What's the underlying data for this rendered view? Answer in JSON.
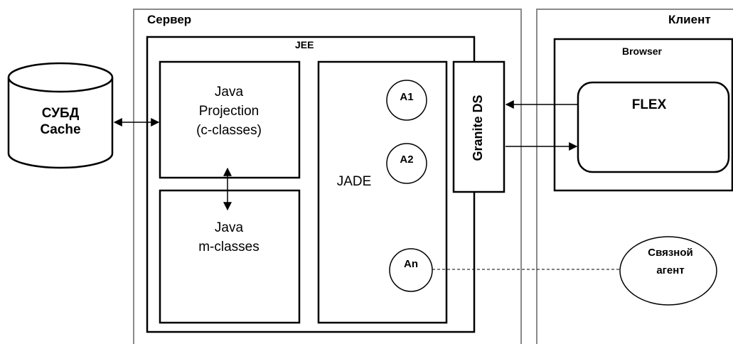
{
  "server": {
    "title": "Сервер"
  },
  "client": {
    "title": "Клиент"
  },
  "jee": {
    "title": "JEE"
  },
  "database": {
    "line1": "СУБД",
    "line2": "Cache"
  },
  "java_projection": {
    "line1": "Java",
    "line2": "Projection",
    "line3": "(c-classes)"
  },
  "java_mclasses": {
    "line1": "Java",
    "line2": "m-classes"
  },
  "jade": {
    "label": "JADE"
  },
  "agents": {
    "a1": "A1",
    "a2": "A2",
    "an": "An"
  },
  "granite": {
    "label": "Granite DS"
  },
  "browser": {
    "title": "Browser"
  },
  "flex": {
    "label": "FLEX"
  },
  "connector_agent": {
    "line1": "Связной",
    "line2": "агент"
  }
}
